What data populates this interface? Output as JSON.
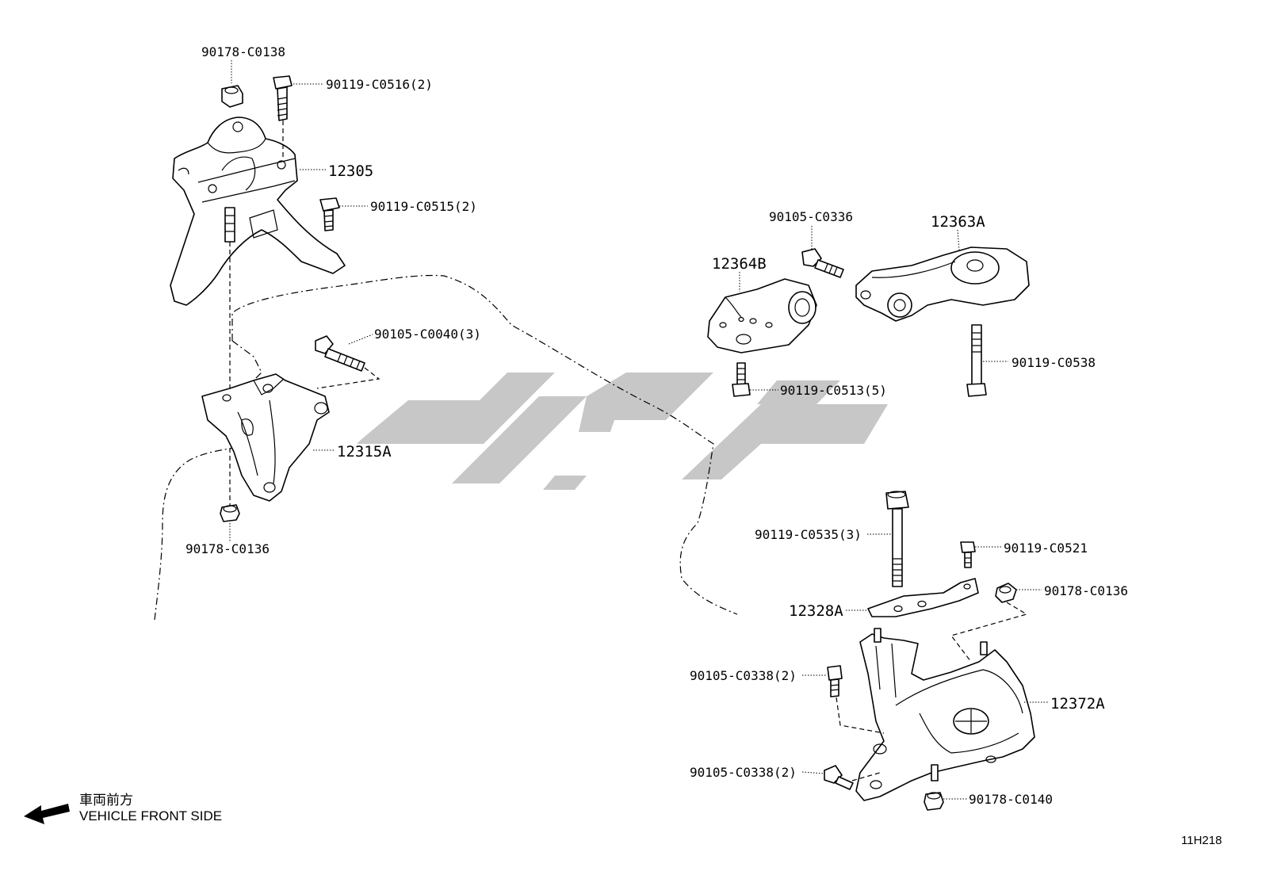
{
  "labels": {
    "p90178_C0138": "90178-C0138",
    "p90119_C0516": "90119-C0516(2)",
    "p12305": "12305",
    "p90119_C0515": "90119-C0515(2)",
    "p90105_C0040": "90105-C0040(3)",
    "p12315A": "12315A",
    "p90178_C0136_left": "90178-C0136",
    "p90105_C0336": "90105-C0336",
    "p12363A": "12363A",
    "p12364B": "12364B",
    "p90119_C0538": "90119-C0538",
    "p90119_C0513": "90119-C0513(5)",
    "p90119_C0535": "90119-C0535(3)",
    "p90119_C0521": "90119-C0521",
    "p12328A": "12328A",
    "p90178_C0136_right": "90178-C0136",
    "p90105_C0338_a": "90105-C0338(2)",
    "p12372A": "12372A",
    "p90105_C0338_b": "90105-C0338(2)",
    "p90178_C0140": "90178-C0140"
  },
  "front": {
    "jp": "車両前方",
    "en": "VEHICLE FRONT SIDE",
    "arrow_icon": "arrow-left-icon"
  },
  "figure_ref": "11H218",
  "colors": {
    "line": "#000000",
    "watermark": "#bdbdbd",
    "background": "#ffffff"
  }
}
